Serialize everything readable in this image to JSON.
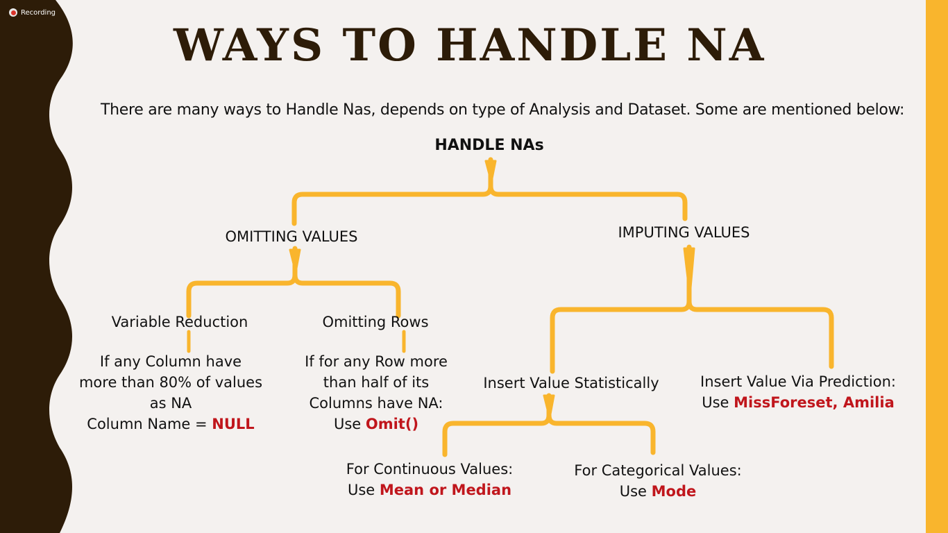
{
  "recording": {
    "label": "Recording"
  },
  "title": "WAYS TO HANDLE NA",
  "subtitle": "There are many ways to Handle Nas, depends on type of Analysis and Dataset. Some are mentioned below:",
  "colors": {
    "bracket": "#f9b52d",
    "accent_text": "#c0161c",
    "title": "#2d1c08",
    "left_band": "#2d1c08",
    "background": "#f4f1ef"
  },
  "tree": {
    "root": "HANDLE NAs",
    "omitting": {
      "label": "OMITTING VALUES",
      "variable_reduction": {
        "label": "Variable Reduction",
        "desc": [
          "If any Column have",
          "more than 80% of values",
          "as NA"
        ],
        "rule_prefix": "Column Name = ",
        "rule_value": "NULL"
      },
      "omitting_rows": {
        "label": "Omitting Rows",
        "desc": [
          "If for any Row more",
          "than half of its",
          "Columns have NA:"
        ],
        "use_prefix": "Use ",
        "use_value": "Omit()"
      }
    },
    "imputing": {
      "label": "IMPUTING VALUES",
      "statistical": {
        "label": "Insert Value Statistically",
        "continuous": {
          "label": "For Continuous Values:",
          "use_prefix": "Use ",
          "use_value": "Mean or Median"
        },
        "categorical": {
          "label": "For Categorical Values:",
          "use_prefix": "Use ",
          "use_value": "Mode"
        }
      },
      "prediction": {
        "label": "Insert Value Via Prediction:",
        "use_prefix": "Use ",
        "use_value": "MissForeset, Amilia"
      }
    }
  }
}
